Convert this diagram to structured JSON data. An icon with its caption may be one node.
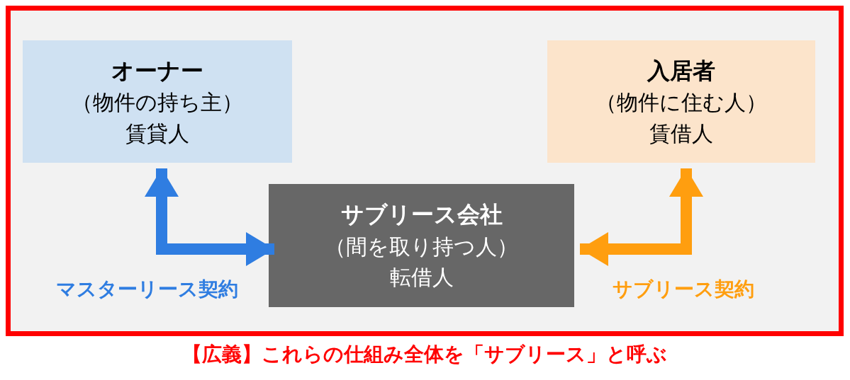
{
  "diagram": {
    "nodes": [
      {
        "text": [
          "【広義】これらの仕組み全体を「サブリース」と呼ぶ"
        ]
      },
      {
        "text": [
          "オーナー",
          "（物件の持ち主）",
          "賃貸人"
        ],
        "in": 0
      },
      {
        "text": [
          "入居者",
          "（物件に住む人）",
          "賃借人"
        ],
        "in": 0
      },
      {
        "text": [
          "サブリース会社",
          "（間を取り持つ人）",
          "転借人"
        ],
        "in": 0
      }
    ],
    "edges": [
      {
        "from": 1,
        "to": 3,
        "arrow": "both",
        "label": "マスターリース契約",
        "color": "#2f7de1"
      },
      {
        "from": 2,
        "to": 3,
        "arrow": "both",
        "label": "サブリース契約",
        "color": "#ff9e0f"
      }
    ]
  }
}
